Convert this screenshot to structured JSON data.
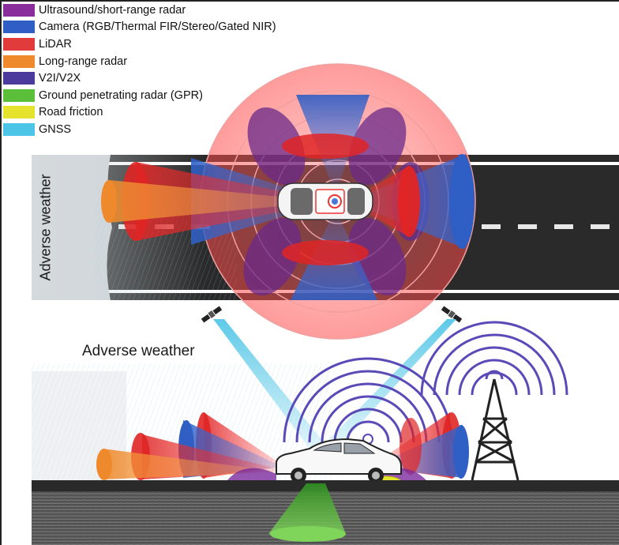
{
  "legend": [
    {
      "label": "Ultrasound/short-range radar",
      "color": "#8a2d9c",
      "icon": "ultrasound-radar"
    },
    {
      "label": "Camera (RGB/Thermal FIR/Stereo/Gated NIR)",
      "color": "#2f5fc4",
      "icon": "camera"
    },
    {
      "label": "LiDAR",
      "color": "#e23b3b",
      "icon": "lidar"
    },
    {
      "label": "Long-range radar",
      "color": "#ee8a2c",
      "icon": "long-range-radar"
    },
    {
      "label": "V2I/V2X",
      "color": "#4c3a9c",
      "icon": "v2x"
    },
    {
      "label": "Ground penetrating radar (GPR)",
      "color": "#5bbf3a",
      "icon": "gpr"
    },
    {
      "label": "Road friction",
      "color": "#e6e32c",
      "icon": "road-friction"
    },
    {
      "label": "GNSS",
      "color": "#4cc4e6",
      "icon": "gnss"
    }
  ],
  "captions": {
    "adverse_weather_horizontal": "Adverse weather",
    "adverse_weather_vertical": "Adverse weather"
  }
}
